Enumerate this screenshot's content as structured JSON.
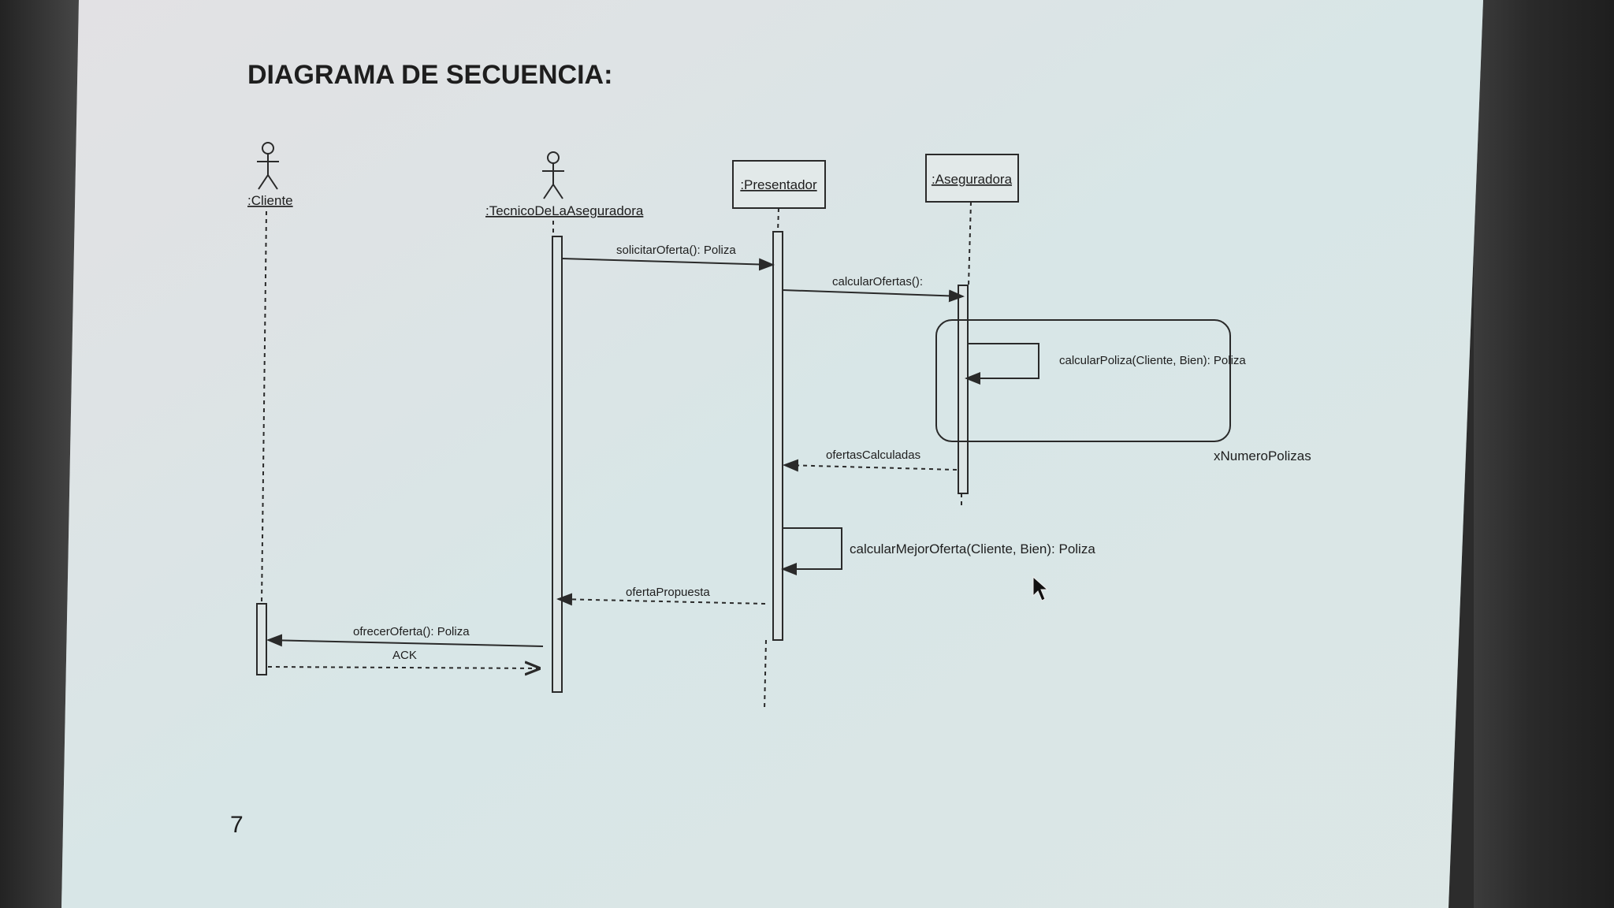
{
  "title": "DIAGRAMA DE SECUENCIA:",
  "page_number": "7",
  "lifelines": {
    "cliente": ":Cliente",
    "tecnico": ":TecnicoDeLaAseguradora",
    "presentador": ":Presentador",
    "aseguradora": ":Aseguradora"
  },
  "messages": {
    "solicitar": "solicitarOferta(): Poliza",
    "calcular_ofertas": "calcularOfertas():",
    "calcular_poliza": "calcularPoliza(Cliente, Bien): Poliza",
    "loop_label": "xNumeroPolizas",
    "ofertas_calculadas": "ofertasCalculadas",
    "mejor_oferta": "calcularMejorOferta(Cliente, Bien): Poliza",
    "oferta_propuesta": "ofertaPropuesta",
    "ofrecer": "ofrecerOferta(): Poliza",
    "ack": "ACK"
  }
}
